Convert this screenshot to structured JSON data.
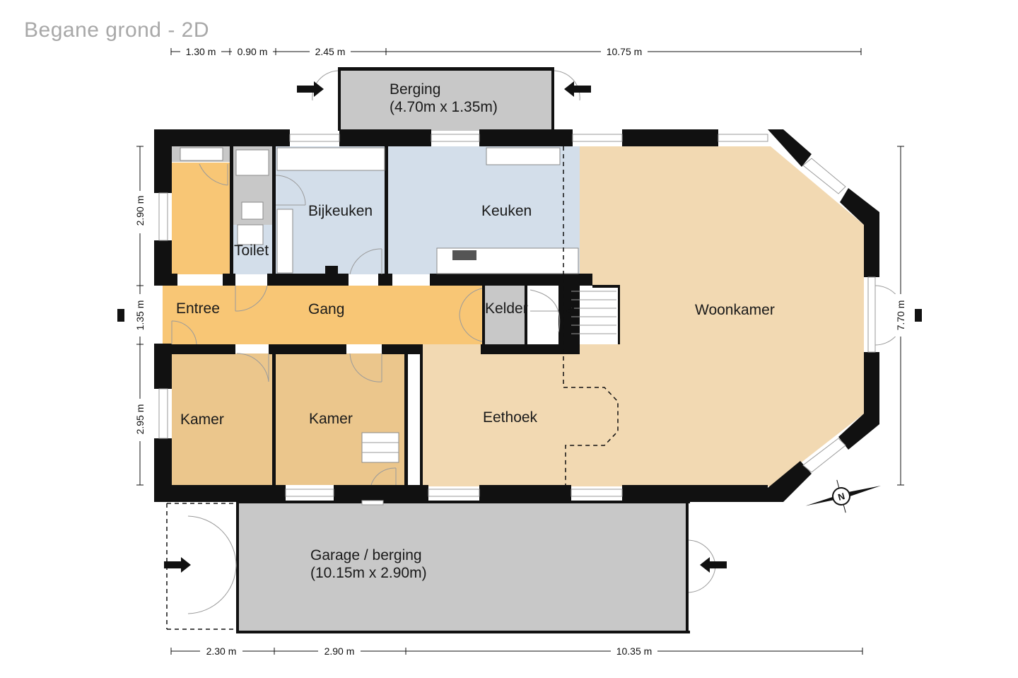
{
  "title": "Begane grond - 2D",
  "rooms": {
    "berging_top": {
      "name": "Berging",
      "size": "(4.70m x 1.35m)"
    },
    "bijkeuken": {
      "name": "Bijkeuken"
    },
    "keuken": {
      "name": "Keuken"
    },
    "toilet": {
      "name": "Toilet"
    },
    "entree": {
      "name": "Entree"
    },
    "gang": {
      "name": "Gang"
    },
    "kelder": {
      "name": "Kelder"
    },
    "woonkamer": {
      "name": "Woonkamer"
    },
    "kamer1": {
      "name": "Kamer"
    },
    "kamer2": {
      "name": "Kamer"
    },
    "eethoek": {
      "name": "Eethoek"
    },
    "garage": {
      "name": "Garage / berging",
      "size": "(10.15m x 2.90m)"
    }
  },
  "dimensions": {
    "top": [
      "1.30 m",
      "0.90 m",
      "2.45 m",
      "10.75 m"
    ],
    "bottom": [
      "2.30 m",
      "2.90 m",
      "10.35 m"
    ],
    "left": [
      "2.90 m",
      "1.35 m",
      "2.95 m"
    ],
    "right": [
      "7.70 m"
    ]
  },
  "compass": {
    "label": "N"
  },
  "colors": {
    "orange": "#f8c675",
    "kamer": "#ebc68c",
    "blue": "#d3deea",
    "beige": "#f2d9b2",
    "grey": "#c8c8c8",
    "wall": "#111111"
  }
}
